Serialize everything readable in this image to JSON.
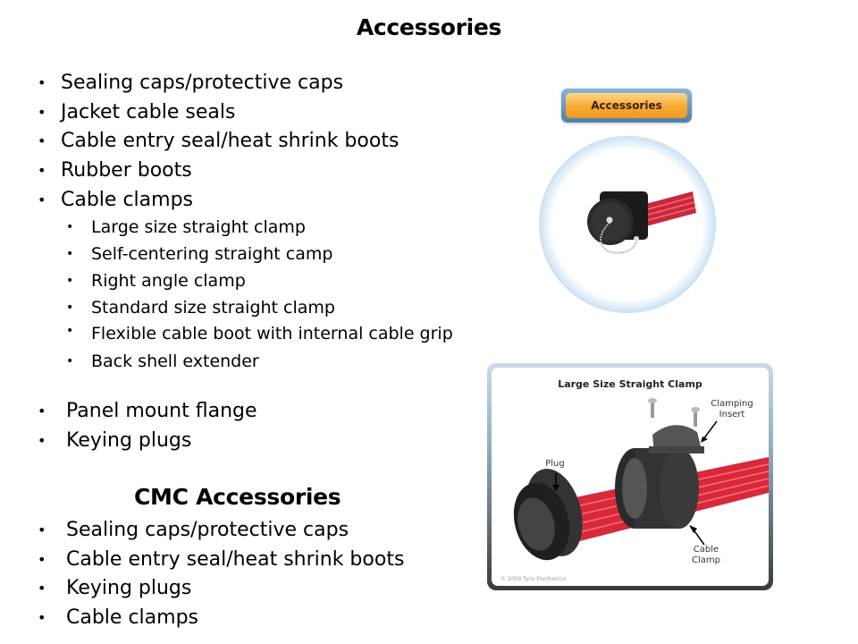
{
  "slide": {
    "title": "Accessories",
    "accessories_list": [
      "Sealing caps/protective caps",
      "Jacket cable seals",
      "Cable entry seal/heat shrink boots",
      "Rubber boots",
      "Cable clamps"
    ],
    "cable_clamps_sublist": [
      "Large size straight clamp",
      "Self-centering straight camp",
      "Right angle clamp",
      "Standard size straight clamp",
      "Flexible cable boot with internal cable grip",
      "Back shell extender"
    ],
    "accessories_list_cont": [
      "Panel mount flange",
      "Keying plugs"
    ],
    "cmc_title": "CMC Accessories",
    "cmc_list": [
      "Sealing caps/protective caps",
      "Cable entry seal/heat shrink boots",
      "Keying plugs",
      "Cable clamps"
    ]
  },
  "figure_accessories": {
    "badge_label": "Accessories",
    "colors": {
      "orange": "#f39c2c",
      "blue_frame": "#6f98bd",
      "cable_red": "#d8283a"
    }
  },
  "figure_clamp": {
    "title": "Large Size Straight Clamp",
    "labels": {
      "clamping_insert": "Clamping Insert",
      "plug": "Plug",
      "cable_clamp": "Cable Clamp"
    },
    "copyright": "© 2009 Tyco Electronics"
  }
}
